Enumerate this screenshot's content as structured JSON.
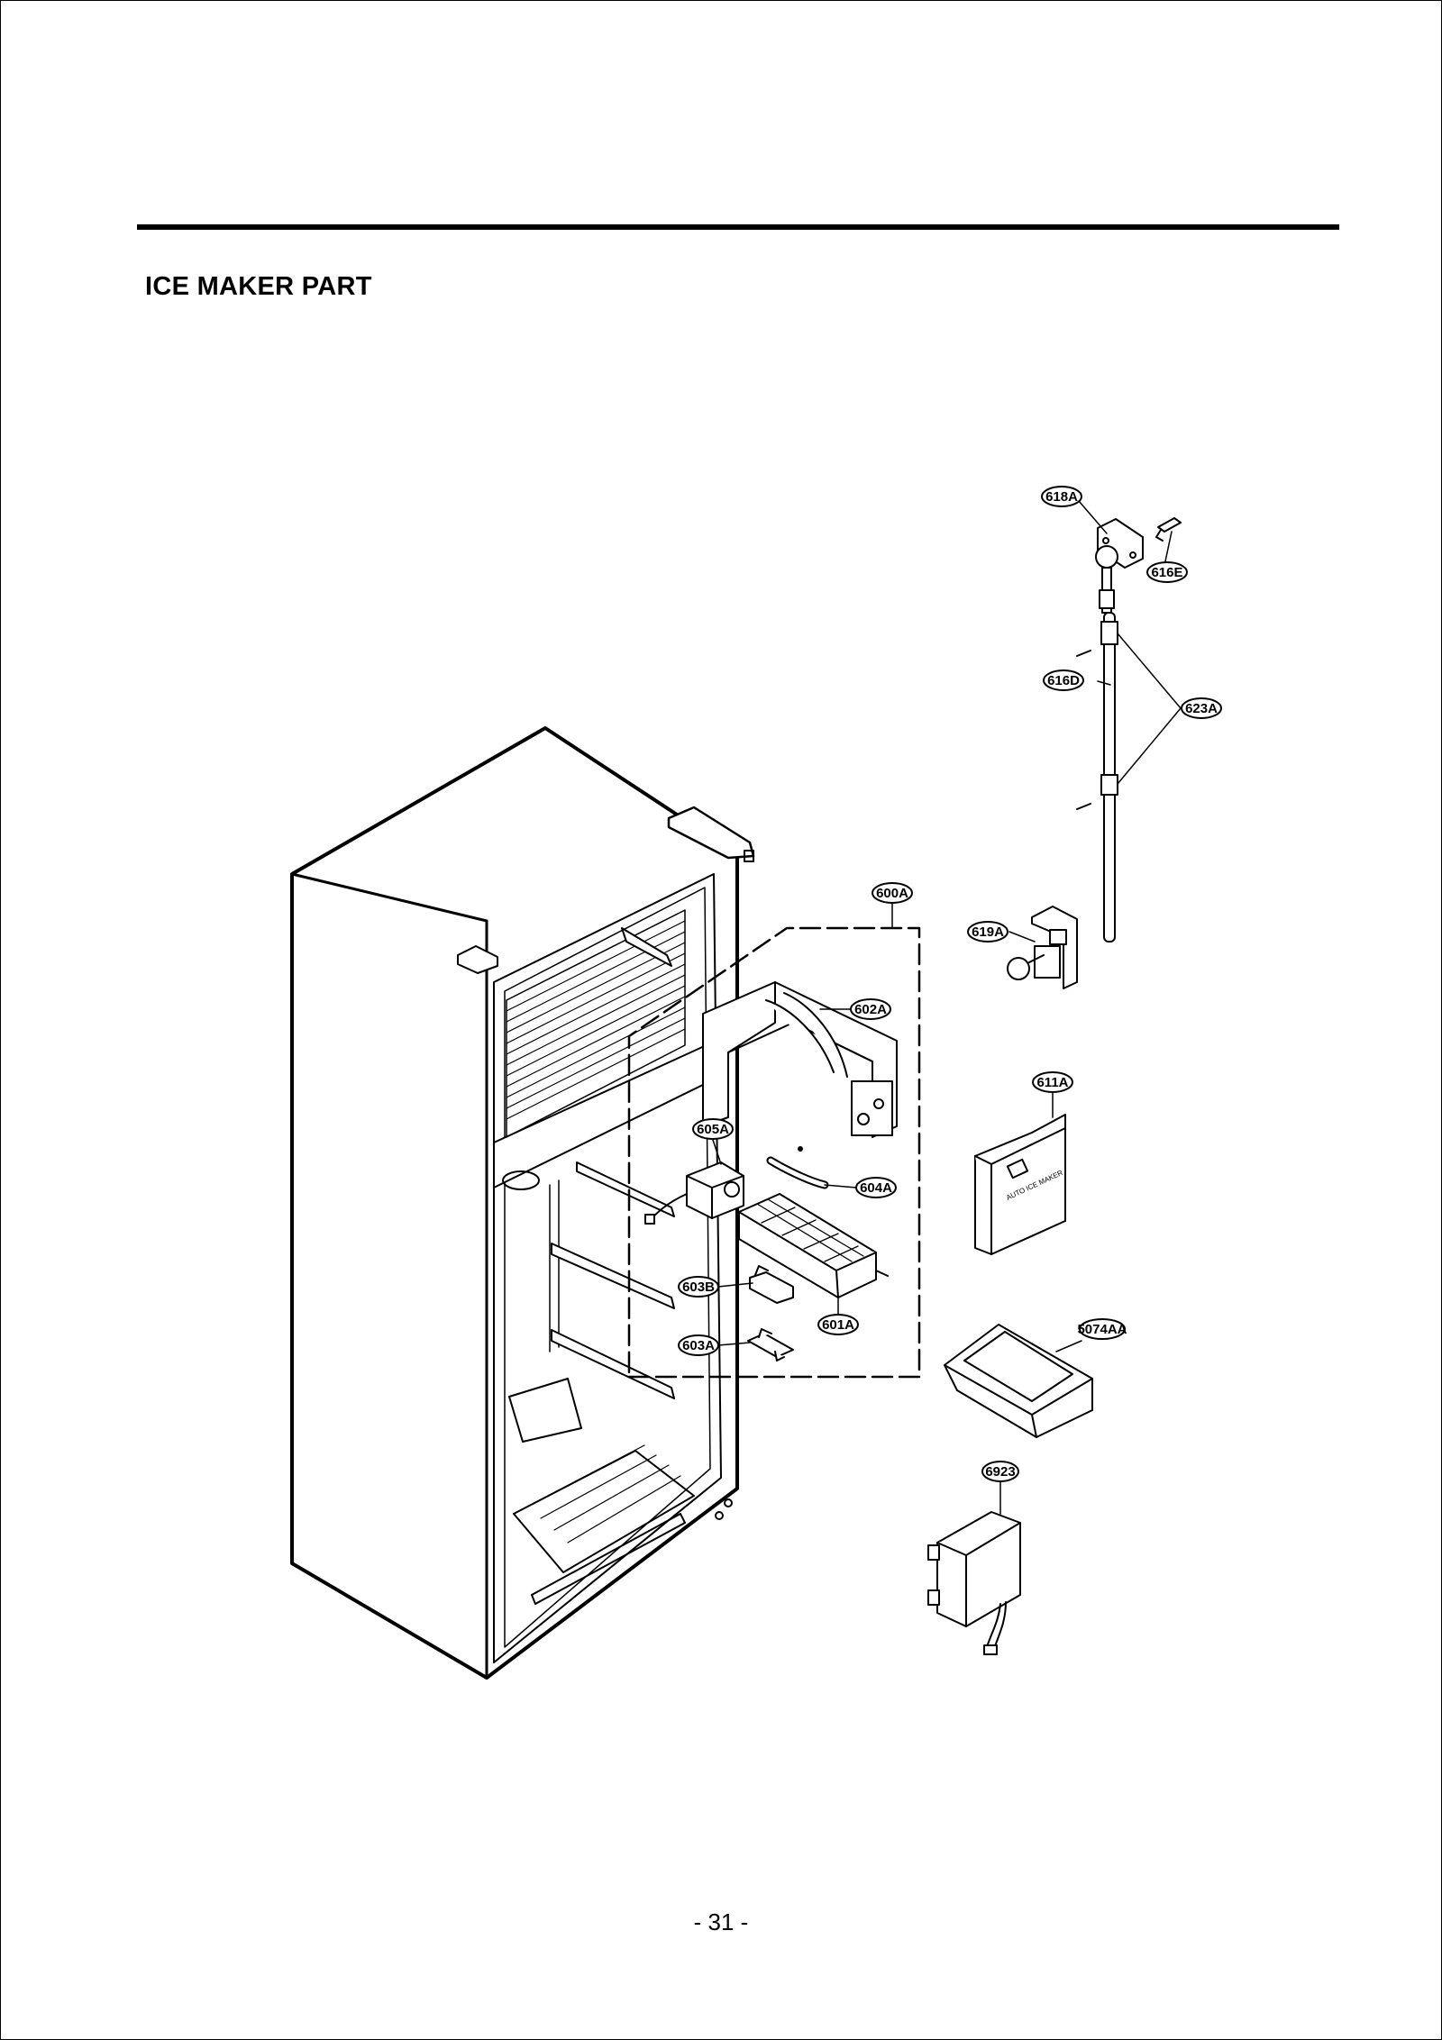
{
  "header": {
    "title": "ICE MAKER PART"
  },
  "footer": {
    "page_number": "- 31 -"
  },
  "diagram": {
    "panel_text": "AUTO ICE MAKER",
    "callouts": [
      {
        "id": "618A",
        "label": "618A"
      },
      {
        "id": "616E",
        "label": "616E"
      },
      {
        "id": "616D",
        "label": "616D"
      },
      {
        "id": "623A",
        "label": "623A"
      },
      {
        "id": "600A",
        "label": "600A"
      },
      {
        "id": "619A",
        "label": "619A"
      },
      {
        "id": "602A",
        "label": "602A"
      },
      {
        "id": "611A",
        "label": "611A"
      },
      {
        "id": "605A",
        "label": "605A"
      },
      {
        "id": "604A",
        "label": "604A"
      },
      {
        "id": "603B",
        "label": "603B"
      },
      {
        "id": "601A",
        "label": "601A"
      },
      {
        "id": "603A",
        "label": "603A"
      },
      {
        "id": "5074AA",
        "label": "5074AA"
      },
      {
        "id": "6923",
        "label": "6923"
      }
    ]
  }
}
